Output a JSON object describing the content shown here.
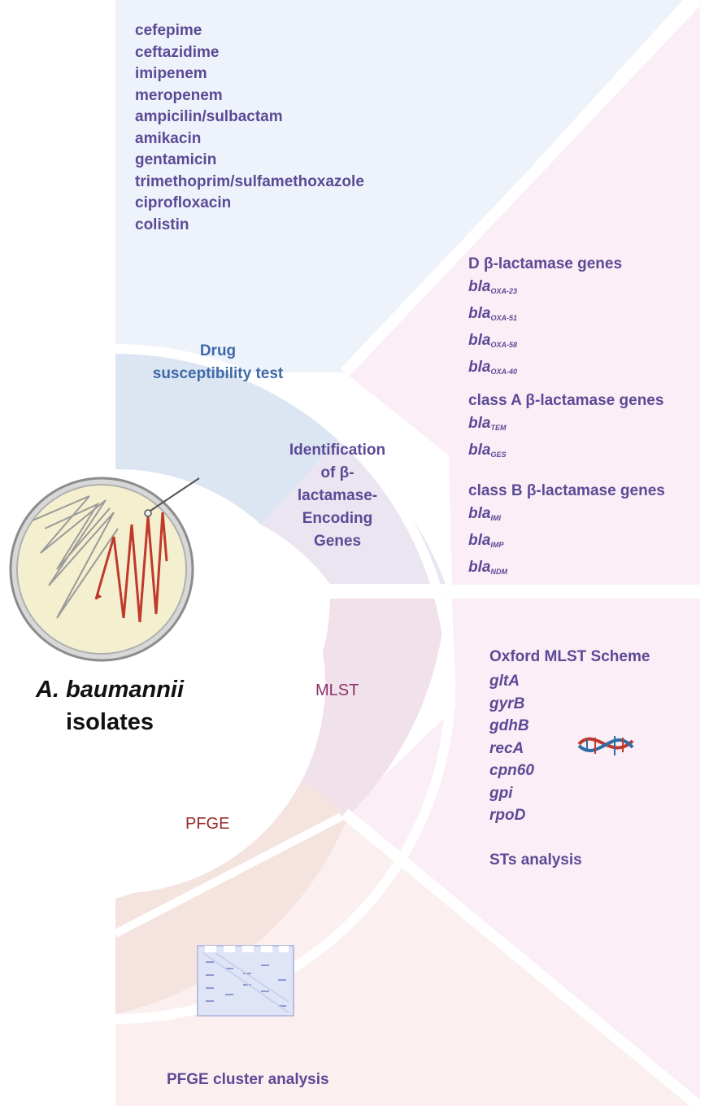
{
  "drugs": [
    "cefepime",
    "ceftazidime",
    "imipenem",
    "meropenem",
    "ampicilin/sulbactam",
    "amikacin",
    "gentamicin",
    "trimethoprim/sulfamethoxazole",
    "ciprofloxacin",
    "colistin"
  ],
  "segments": {
    "drug": [
      "Drug",
      "susceptibility test"
    ],
    "identification": [
      "Identification",
      "of β-",
      "lactamase-",
      "Encoding",
      "Genes"
    ],
    "mlst": "MLST",
    "pfge": "PFGE"
  },
  "center": {
    "species": "A. baumannii",
    "label": "isolates"
  },
  "genes": {
    "groupD": {
      "title": "D β-lactamase genes",
      "items": [
        {
          "prefix": "bla",
          "sub": "OXA-23"
        },
        {
          "prefix": "bla",
          "sub": "OXA-51"
        },
        {
          "prefix": "bla",
          "sub": "OXA-58"
        },
        {
          "prefix": "bla",
          "sub": "OXA-40"
        }
      ]
    },
    "groupA": {
      "title": "class A β-lactamase genes",
      "items": [
        {
          "prefix": "bla",
          "sub": "TEM"
        },
        {
          "prefix": "bla",
          "sub": "GES"
        }
      ]
    },
    "groupB": {
      "title": "class B β-lactamase genes",
      "items": [
        {
          "prefix": "bla",
          "sub": "IMI"
        },
        {
          "prefix": "bla",
          "sub": "IMP"
        },
        {
          "prefix": "bla",
          "sub": "NDM"
        }
      ]
    }
  },
  "mlst_panel": {
    "title": "Oxford MLST Scheme",
    "genes": [
      "gltA",
      "gyrB",
      "gdhB",
      "recA",
      "cpn60",
      "gpi",
      "rpoD"
    ],
    "footer": "STs analysis"
  },
  "pfge_panel": {
    "footer": "PFGE cluster analysis"
  },
  "colors": {
    "text_purple": "#5b4a96",
    "drug_label": "#3f6aa8",
    "mlst_label": "#8a3468",
    "pfge_label": "#9a2a2a",
    "top_bg": "#eef3fb",
    "right_bg": "#fbeef6",
    "bottom_bg": "#fcefef"
  }
}
